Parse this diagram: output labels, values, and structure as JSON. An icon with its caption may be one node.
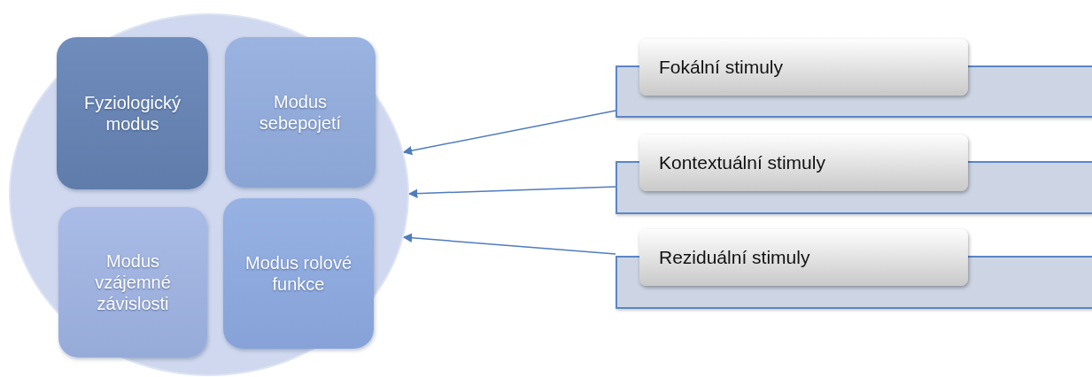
{
  "diagram": {
    "nodes": [
      {
        "text": [],
        "shape": "circle"
      },
      {
        "text": [
          "Fyziologický modus"
        ],
        "in": 0
      },
      {
        "text": [
          "Modus sebepojetí"
        ],
        "in": 0
      },
      {
        "text": [
          "Modus vzájemné závislosti"
        ],
        "in": 0
      },
      {
        "text": [
          "Modus rolové funkce"
        ],
        "in": 0
      },
      {
        "text": [
          "Fokální stimuly"
        ]
      },
      {
        "text": [
          "Kontextuální stimuly"
        ]
      },
      {
        "text": [
          "Reziduální stimuly"
        ]
      }
    ],
    "edges": [
      {
        "from": 5,
        "to": 0,
        "arrow": "to"
      },
      {
        "from": 6,
        "to": 0,
        "arrow": "to"
      },
      {
        "from": 7,
        "to": 0,
        "arrow": "to"
      }
    ]
  }
}
